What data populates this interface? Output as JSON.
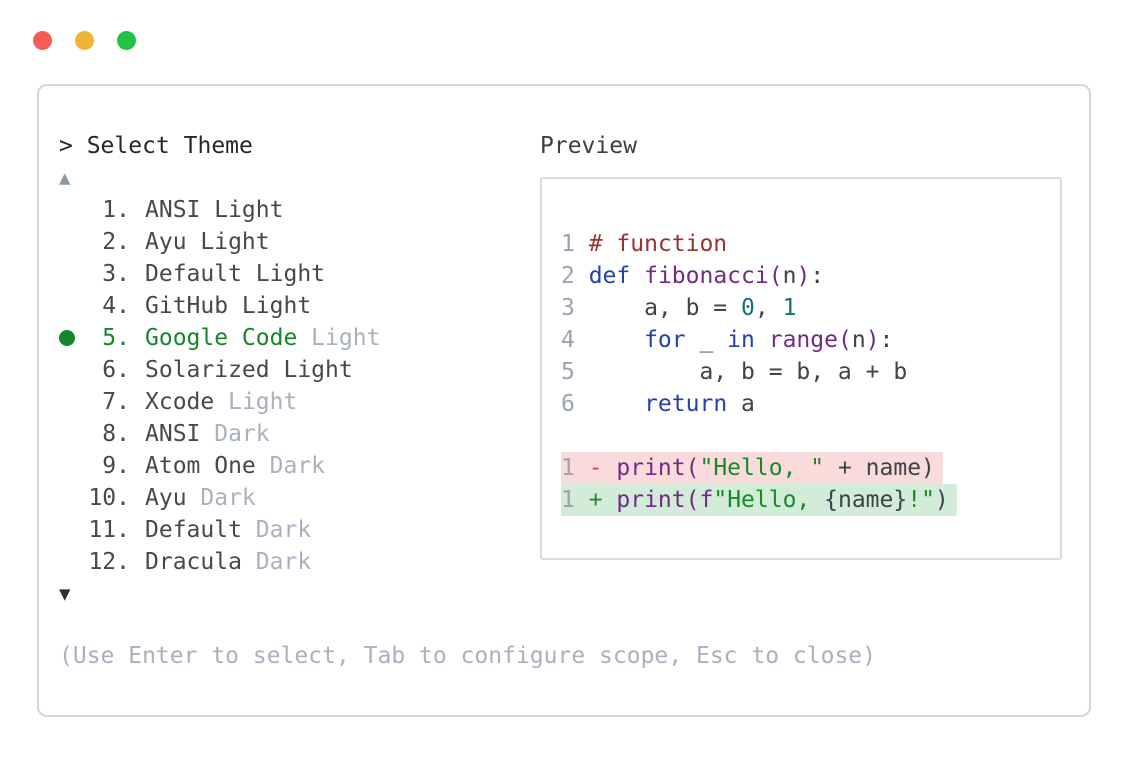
{
  "window": {
    "traffic_lights": [
      {
        "name": "close",
        "color": "#f35d55"
      },
      {
        "name": "minimize",
        "color": "#f0b434"
      },
      {
        "name": "zoom",
        "color": "#23c146"
      }
    ]
  },
  "selector": {
    "prompt": "> Select Theme",
    "scroll_up_icon": "▲",
    "scroll_down_icon": "▼",
    "items": [
      {
        "num": "1.",
        "name": "ANSI Light",
        "dim": "",
        "selected": false
      },
      {
        "num": "2.",
        "name": "Ayu Light",
        "dim": "",
        "selected": false
      },
      {
        "num": "3.",
        "name": "Default Light",
        "dim": "",
        "selected": false
      },
      {
        "num": "4.",
        "name": "GitHub Light",
        "dim": "",
        "selected": false
      },
      {
        "num": "5.",
        "name": "Google Code",
        "dim": "Light",
        "selected": true
      },
      {
        "num": "6.",
        "name": "Solarized Light",
        "dim": "",
        "selected": false
      },
      {
        "num": "7.",
        "name": "Xcode",
        "dim": "Light",
        "selected": false
      },
      {
        "num": "8.",
        "name": "ANSI",
        "dim": "Dark",
        "selected": false
      },
      {
        "num": "9.",
        "name": "Atom One",
        "dim": "Dark",
        "selected": false
      },
      {
        "num": "10.",
        "name": "Ayu",
        "dim": "Dark",
        "selected": false
      },
      {
        "num": "11.",
        "name": "Default",
        "dim": "Dark",
        "selected": false
      },
      {
        "num": "12.",
        "name": "Dracula",
        "dim": "Dark",
        "selected": false
      }
    ],
    "hint": "(Use Enter to select, Tab to configure scope, Esc to close)"
  },
  "preview": {
    "label": "Preview",
    "code_lines": [
      {
        "no": "1",
        "tokens": [
          [
            "# function",
            "comment"
          ]
        ]
      },
      {
        "no": "2",
        "tokens": [
          [
            "def",
            "kw"
          ],
          [
            " ",
            "plain"
          ],
          [
            "fibonacci(",
            "fn"
          ],
          [
            "n",
            "plain"
          ],
          [
            ")",
            "fn"
          ],
          [
            ":",
            "plain"
          ]
        ]
      },
      {
        "no": "3",
        "tokens": [
          [
            "    a, b = ",
            "plain"
          ],
          [
            "0",
            "num"
          ],
          [
            ", ",
            "plain"
          ],
          [
            "1",
            "num"
          ]
        ]
      },
      {
        "no": "4",
        "tokens": [
          [
            "    ",
            "plain"
          ],
          [
            "for",
            "kw"
          ],
          [
            " _ ",
            "plain"
          ],
          [
            "in",
            "kw"
          ],
          [
            " ",
            "plain"
          ],
          [
            "range(",
            "fn"
          ],
          [
            "n",
            "plain"
          ],
          [
            ")",
            "fn"
          ],
          [
            ":",
            "plain"
          ]
        ]
      },
      {
        "no": "5",
        "tokens": [
          [
            "        a, b = b, a + b",
            "plain"
          ]
        ]
      },
      {
        "no": "6",
        "tokens": [
          [
            "    ",
            "plain"
          ],
          [
            "return",
            "kw"
          ],
          [
            " a",
            "plain"
          ]
        ]
      },
      {
        "blank": true
      },
      {
        "no": "1",
        "diff": "removed",
        "tokens": [
          [
            "- ",
            "minus"
          ],
          [
            "print(",
            "fn"
          ],
          [
            "\"Hello, \"",
            "str"
          ],
          [
            " + name)",
            "plain"
          ]
        ]
      },
      {
        "no": "1",
        "diff": "added",
        "tokens": [
          [
            "+ ",
            "plus"
          ],
          [
            "print(",
            "fn"
          ],
          [
            "f",
            "fn"
          ],
          [
            "\"Hello, ",
            "str"
          ],
          [
            "{name}",
            "plain"
          ],
          [
            "!\"",
            "str"
          ],
          [
            ")",
            "plain"
          ]
        ]
      }
    ]
  },
  "colors": {
    "tl-red": "#f35d55",
    "tl-yellow": "#f0b434",
    "tl-green": "#23c146",
    "panel-border": "#d3d7df",
    "box-border": "#d6dae1",
    "text-dark": "#24282e",
    "text-list": "#45494f",
    "dim": "#a9b0bf",
    "accent-green": "#16862b",
    "arrow-up": "#8e98ab",
    "arrow-down": "#2d3136",
    "hint": "#a9b0bf",
    "preview-label": "#3a3e45",
    "lineno": "#9ba3b2",
    "comment": "#963430",
    "kw": "#2342a8",
    "fn": "#722b85",
    "str": "#178a28",
    "num": "#14707a",
    "plain": "#3e434a",
    "minus": "#cc4455",
    "plus": "#1f8a38",
    "bg-removed": "#fadbdb",
    "bg-added": "#d3ebd9"
  }
}
